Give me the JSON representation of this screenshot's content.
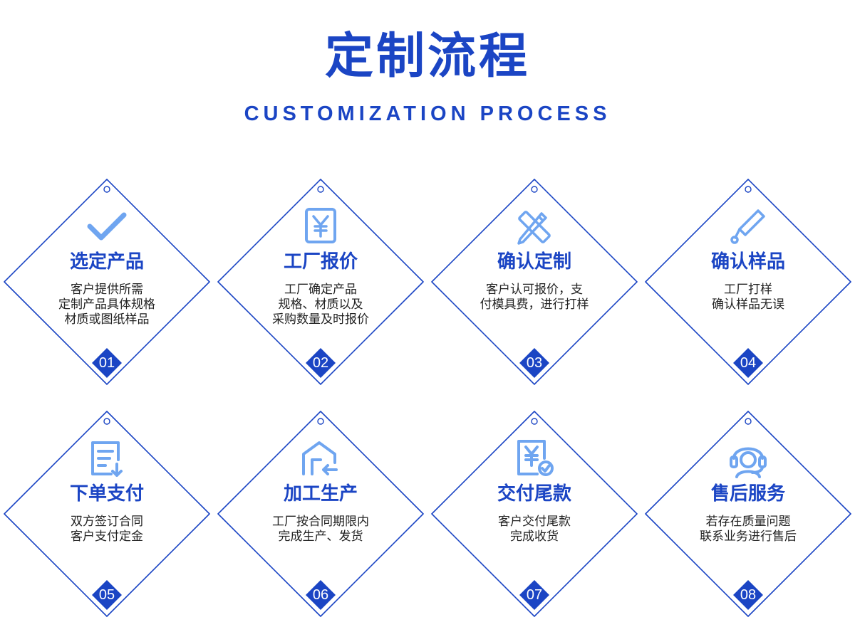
{
  "header": {
    "title": "定制流程",
    "subtitle": "CUSTOMIZATION PROCESS"
  },
  "colors": {
    "accent": "#1b45c4",
    "icon": "#6fa5f0"
  },
  "steps": [
    {
      "number": "01",
      "title": "选定产品",
      "icon": "check-icon",
      "desc": [
        "客户提供所需",
        "定制产品具体规格",
        "材质或图纸样品"
      ]
    },
    {
      "number": "02",
      "title": "工厂报价",
      "icon": "yen-quote-icon",
      "desc": [
        "工厂确定产品",
        "规格、材质以及",
        "采购数量及时报价"
      ]
    },
    {
      "number": "03",
      "title": "确认定制",
      "icon": "pencil-ruler-icon",
      "desc": [
        "客户认可报价，支",
        "付模具费，进行打样"
      ]
    },
    {
      "number": "04",
      "title": "确认样品",
      "icon": "pen-icon",
      "desc": [
        "工厂打样",
        "确认样品无误"
      ]
    },
    {
      "number": "05",
      "title": "下单支付",
      "icon": "order-download-icon",
      "desc": [
        "双方签订合同",
        "客户支付定金"
      ]
    },
    {
      "number": "06",
      "title": "加工生产",
      "icon": "factory-icon",
      "desc": [
        "工厂按合同期限内",
        "完成生产、发货"
      ]
    },
    {
      "number": "07",
      "title": "交付尾款",
      "icon": "yen-check-icon",
      "desc": [
        "客户交付尾款",
        "完成收货"
      ]
    },
    {
      "number": "08",
      "title": "售后服务",
      "icon": "headset-icon",
      "desc": [
        "若存在质量问题",
        "联系业务进行售后"
      ]
    }
  ]
}
